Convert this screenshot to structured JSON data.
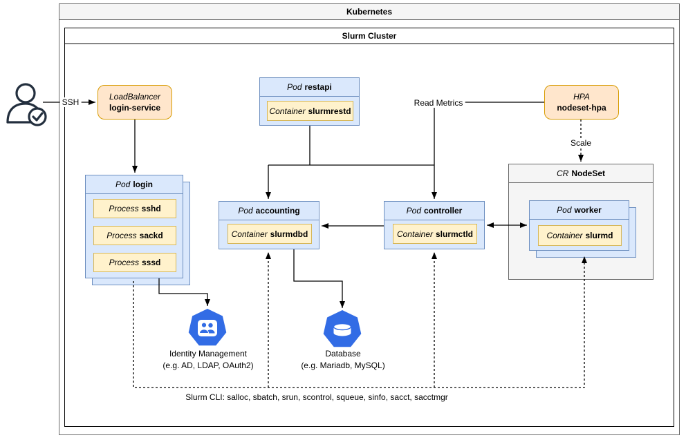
{
  "diagram": {
    "outer_title": "Kubernetes",
    "inner_title": "Slurm Cluster"
  },
  "edges": {
    "ssh_label": "SSH",
    "read_metrics_label": "Read Metrics",
    "scale_label": "Scale",
    "slurm_cli_label": "Slurm CLI: salloc, sbatch, srun, scontrol, squeue, sinfo, sacct, sacctmgr"
  },
  "nodes": {
    "login_service": {
      "type": "LoadBalancer",
      "name": "login-service"
    },
    "hpa": {
      "type": "HPA",
      "name": "nodeset-hpa"
    },
    "restapi": {
      "type": "Pod",
      "name": "restapi",
      "container": {
        "type": "Container",
        "name": "slurmrestd"
      }
    },
    "login": {
      "type": "Pod",
      "name": "login",
      "processes": [
        {
          "type": "Process",
          "name": "sshd"
        },
        {
          "type": "Process",
          "name": "sackd"
        },
        {
          "type": "Process",
          "name": "sssd"
        }
      ]
    },
    "accounting": {
      "type": "Pod",
      "name": "accounting",
      "container": {
        "type": "Container",
        "name": "slurmdbd"
      }
    },
    "controller": {
      "type": "Pod",
      "name": "controller",
      "container": {
        "type": "Container",
        "name": "slurmctld"
      }
    },
    "nodeset": {
      "type": "CR",
      "name": "NodeSet"
    },
    "worker": {
      "type": "Pod",
      "name": "worker",
      "container": {
        "type": "Container",
        "name": "slurmd"
      }
    },
    "identity": {
      "title": "Identity Management",
      "subtitle": "(e.g. AD, LDAP, OAuth2)"
    },
    "database": {
      "title": "Database",
      "subtitle": "(e.g. Mariadb, MySQL)"
    }
  },
  "colors": {
    "pod_fill": "#DAE8FC",
    "pod_border": "#6C8EBF",
    "container_fill": "#FFF2CC",
    "container_border": "#D6B656",
    "service_fill": "#FFE6CC",
    "service_border": "#D79B00",
    "frame_fill": "#F5F5F5",
    "frame_border": "#666666",
    "icon_blue": "#326CE5",
    "user_icon": "#232F3E"
  }
}
